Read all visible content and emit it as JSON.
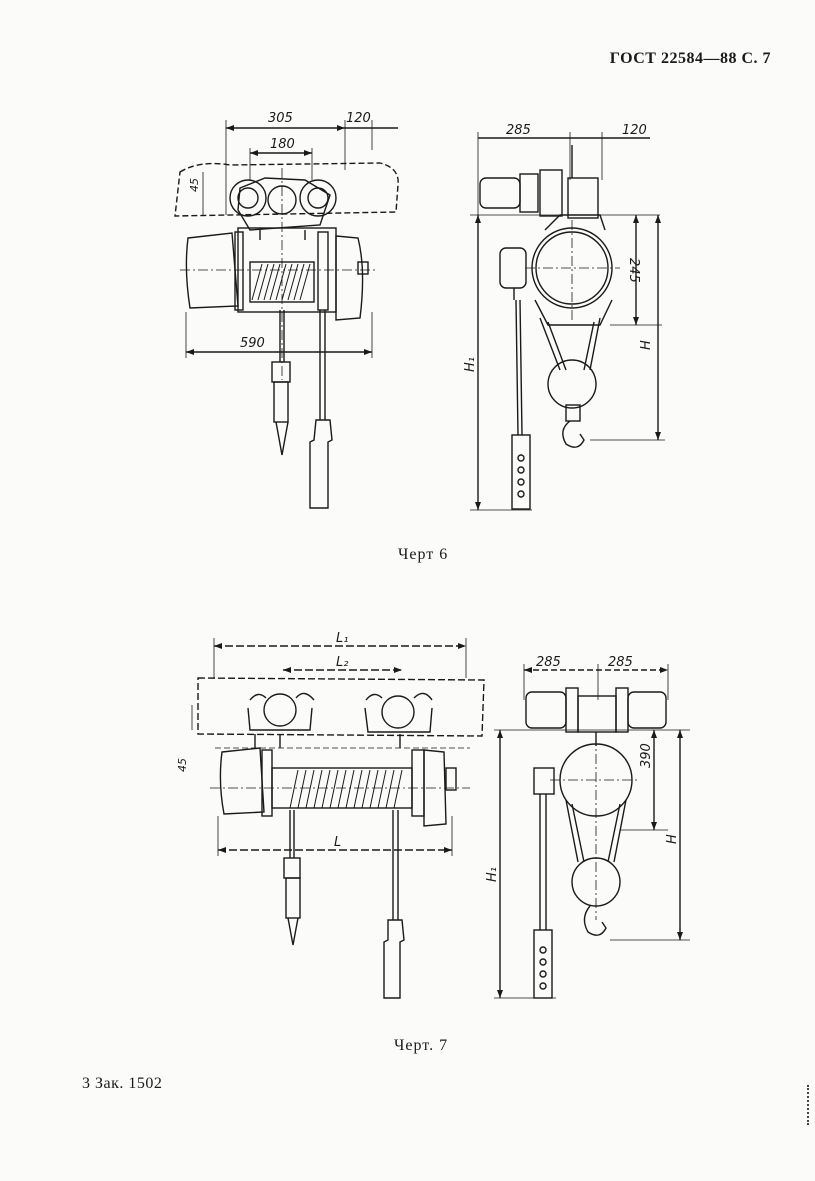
{
  "header": {
    "standard": "ГОСТ 22584—88 С. 7"
  },
  "figure_6": {
    "caption": "Черт 6",
    "front_view": {
      "dim_top": "305",
      "dim_top_right": "120",
      "dim_inner": "180",
      "dim_rail": "45",
      "dim_bottom": "590"
    },
    "side_view": {
      "dim_left": "285",
      "dim_right": "120",
      "dim_vertical": "245",
      "label_h1": "H₁",
      "label_h": "H"
    }
  },
  "figure_7": {
    "caption": "Черт. 7",
    "front_view": {
      "label_top": "L₁",
      "label_mid": "L₂",
      "label_bottom": "L",
      "dim_rail": "45"
    },
    "side_view": {
      "dim_left": "285",
      "dim_right": "285",
      "dim_vertical": "390",
      "label_h1": "H₁",
      "label_h": "H"
    }
  },
  "footer": {
    "order": "3 Зак. 1502"
  }
}
